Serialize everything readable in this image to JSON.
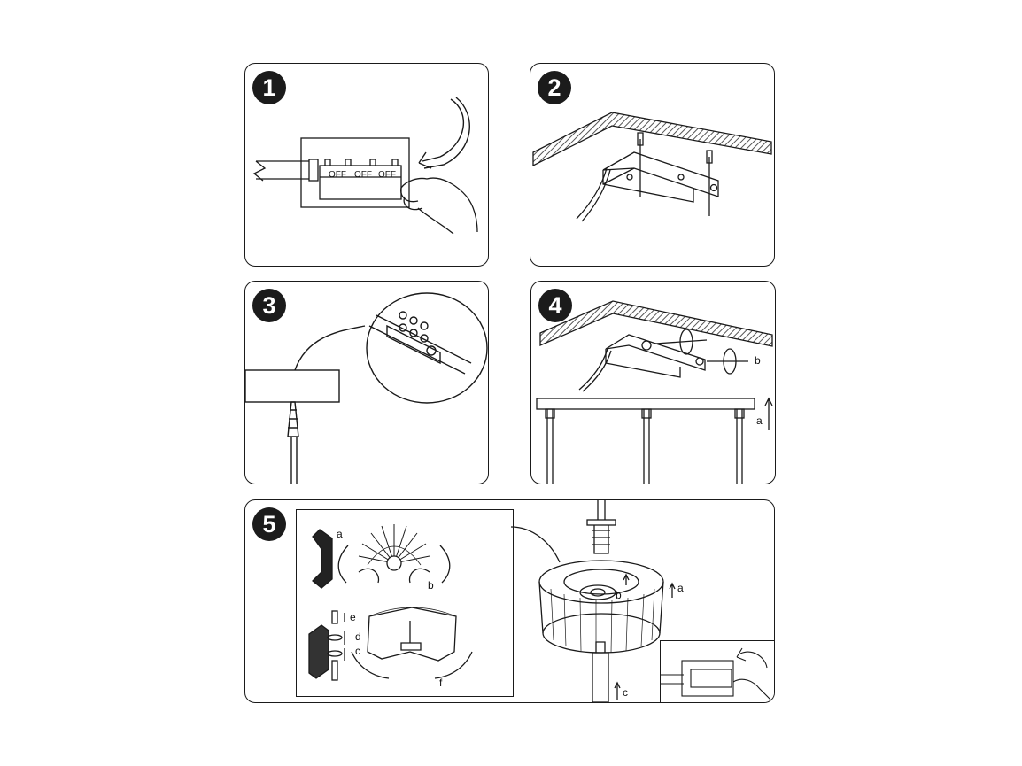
{
  "steps": [
    {
      "number": "1",
      "switch_text": "OFF"
    },
    {
      "number": "2"
    },
    {
      "number": "3"
    },
    {
      "number": "4",
      "labels": {
        "b": "b",
        "a": "a"
      }
    },
    {
      "number": "5",
      "labels": {
        "a": "a",
        "b": "b",
        "c": "c",
        "d": "d",
        "e": "e",
        "f": "f"
      }
    }
  ],
  "colors": {
    "line": "#1a1a1a",
    "hatch": "#555555",
    "bg": "#ffffff"
  }
}
